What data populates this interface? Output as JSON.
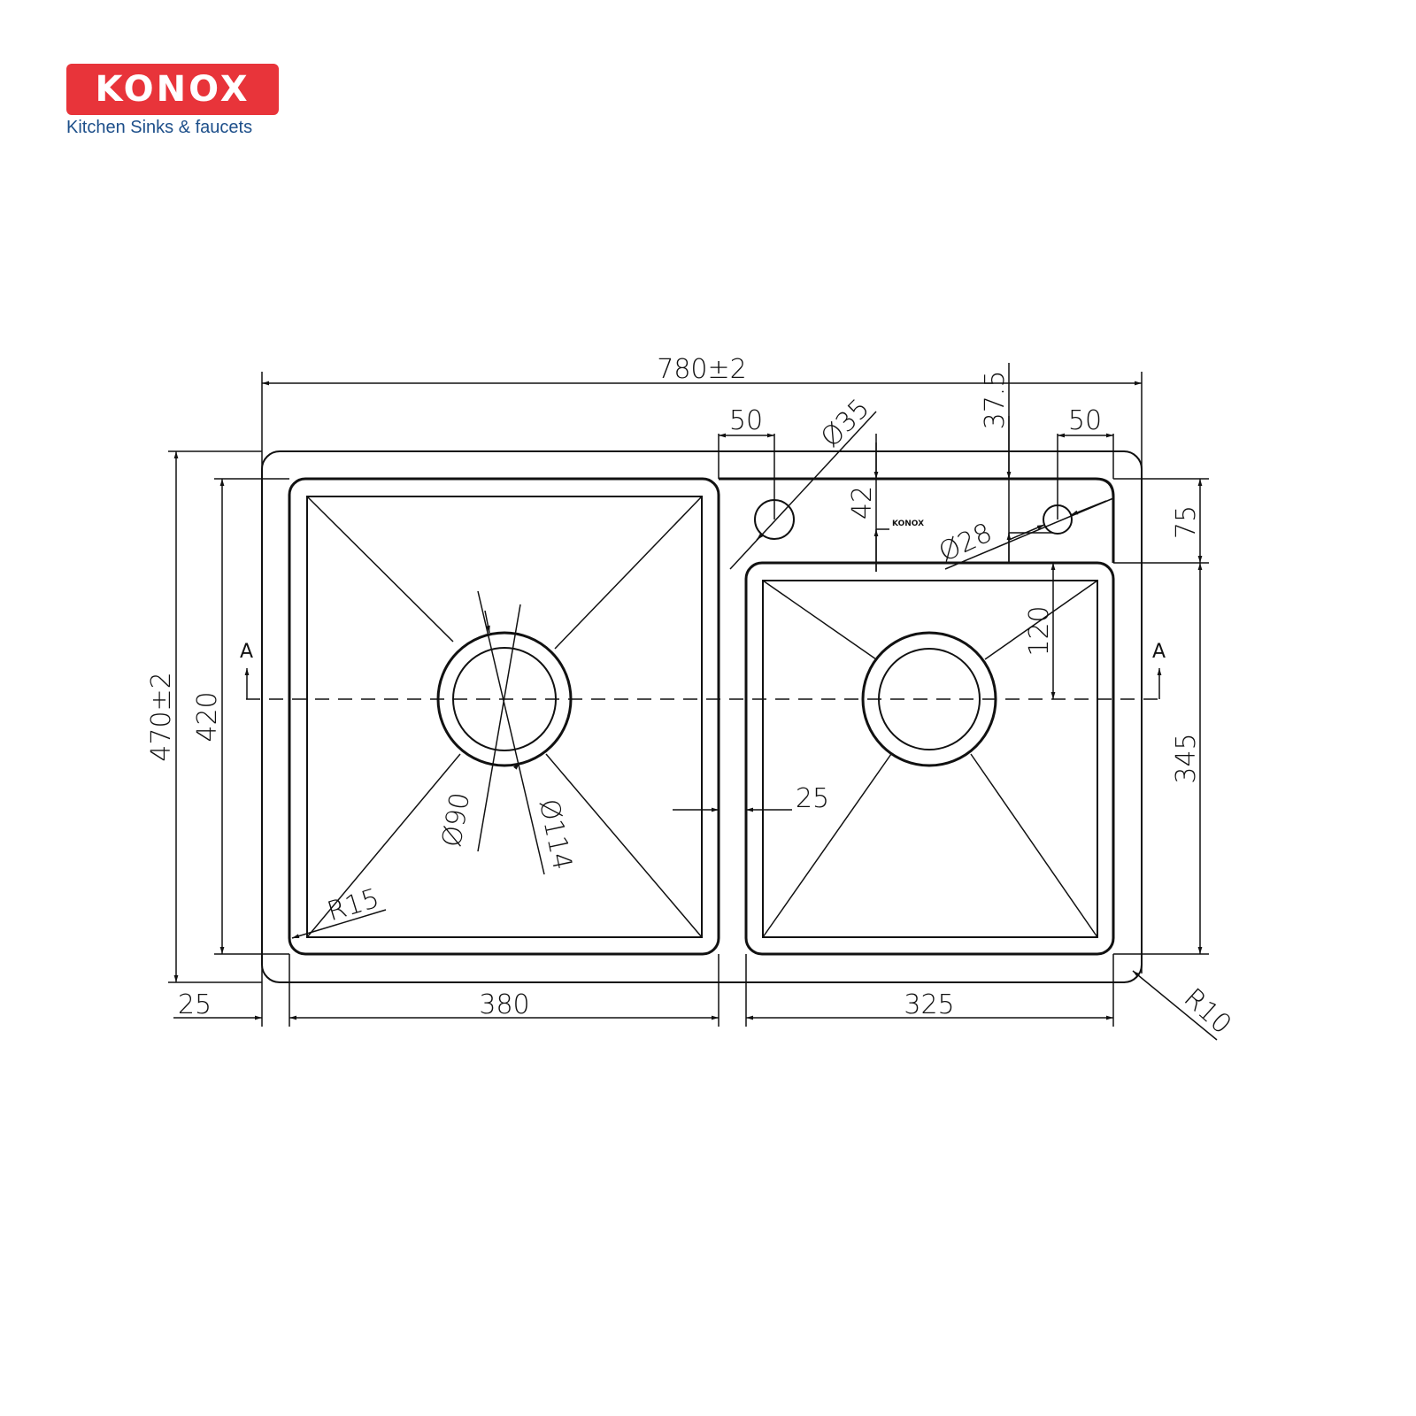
{
  "brand": {
    "logo_text": "KONOX",
    "tagline": "Kitchen Sinks & faucets",
    "color": "#e8343a",
    "tagline_color": "#1d4f8a"
  },
  "drawing": {
    "overall_width": "780±2",
    "overall_depth": "470±2",
    "bowl_depth": "420",
    "left_margin": "25",
    "left_bowl_width": "380",
    "right_bowl_width": "325",
    "divider_width": "25",
    "right_top_deck": "75",
    "right_bowl_depth": "345",
    "hole_offset_left": "50",
    "hole_offset_right": "50",
    "tap_hole_dia": "Ø35",
    "small_hole_dia": "Ø28",
    "deck_logo_offset": "42",
    "small_hole_offset": "37.5",
    "drain_offset": "120",
    "drain_inner_dia": "Ø90",
    "drain_outer_dia": "Ø114",
    "bowl_radius": "R15",
    "corner_radius": "R10",
    "section_mark": "A",
    "deck_logo": "KONOX"
  }
}
